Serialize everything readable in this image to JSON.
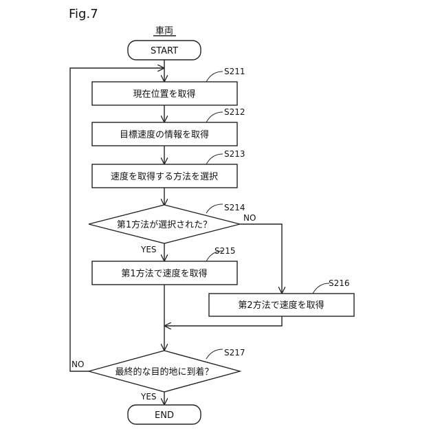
{
  "figure_label": "Fig.7",
  "actor": "車両",
  "start": "START",
  "end": "END",
  "steps": {
    "s211": {
      "id": "S211",
      "text": "現在位置を取得"
    },
    "s212": {
      "id": "S212",
      "text": "目標速度の情報を取得"
    },
    "s213": {
      "id": "S213",
      "text": "速度を取得する方法を選択"
    },
    "s214": {
      "id": "S214",
      "text": "第1方法が選択された？"
    },
    "s215": {
      "id": "S215",
      "text": "第1方法で速度を取得"
    },
    "s216": {
      "id": "S216",
      "text": "第2方法で速度を取得"
    },
    "s217": {
      "id": "S217",
      "text": "最終的な目的地に到着？"
    }
  },
  "branch_labels": {
    "s214_no": "NO",
    "s214_yes": "YES",
    "s217_no": "NO",
    "s217_yes": "YES"
  }
}
